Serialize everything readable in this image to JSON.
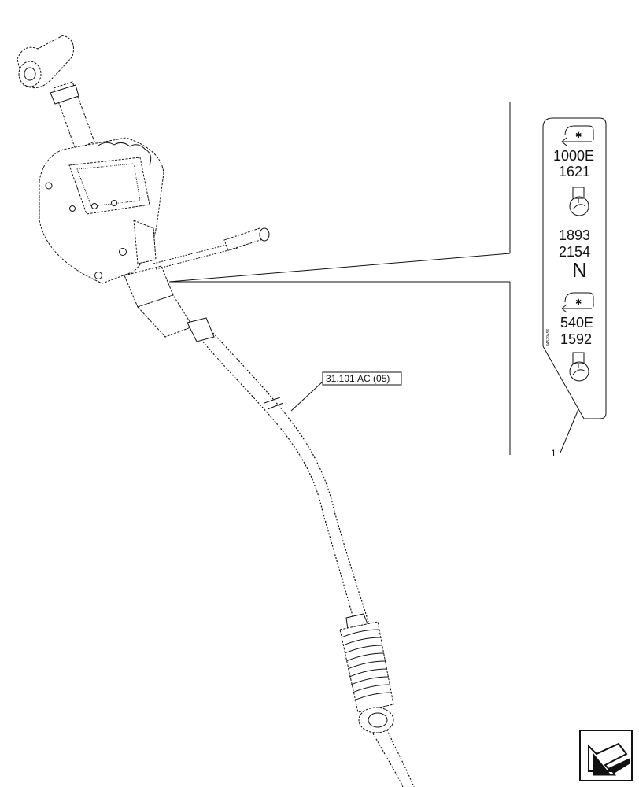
{
  "reference_label": "31.101.AC (05)",
  "callout_number": "1",
  "decal": {
    "speed_top": "1000E",
    "rpm_top": "1621",
    "rpm_mid_a": "1893",
    "rpm_mid_b": "2154",
    "neutral": "N",
    "speed_bottom": "540E",
    "rpm_bottom": "1592",
    "part_code": "84529456"
  },
  "icons": [
    "pto-rotation-icon",
    "pto-lever-icon",
    "navigation-arrow-icon"
  ]
}
